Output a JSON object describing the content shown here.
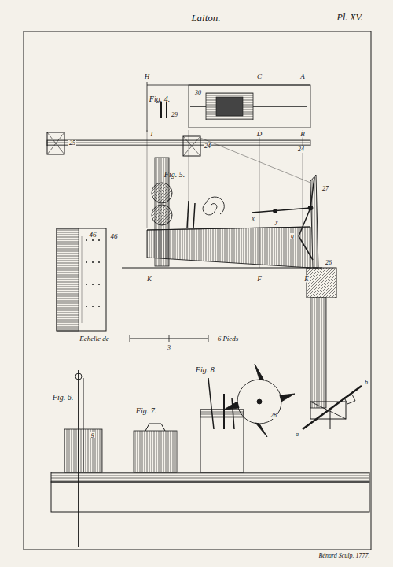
{
  "diagram": {
    "title": "Laiton.",
    "caption": "Bénard Sculp. 1777.",
    "labels": [
      "Pl. XV.",
      "Fig. 4.",
      "H",
      "I",
      "C",
      "A",
      "D",
      "B",
      "29",
      "30",
      "25",
      "24",
      "24",
      "Fig. 5.",
      "x",
      "y",
      "27",
      "g",
      "26",
      "K",
      "F",
      "E",
      "46",
      "46",
      "Echelle de",
      "3",
      "6 Pieds",
      "28",
      "a",
      "b",
      "Fig. 6.",
      "g",
      "Fig. 7.",
      "Fig. 8."
    ]
  }
}
